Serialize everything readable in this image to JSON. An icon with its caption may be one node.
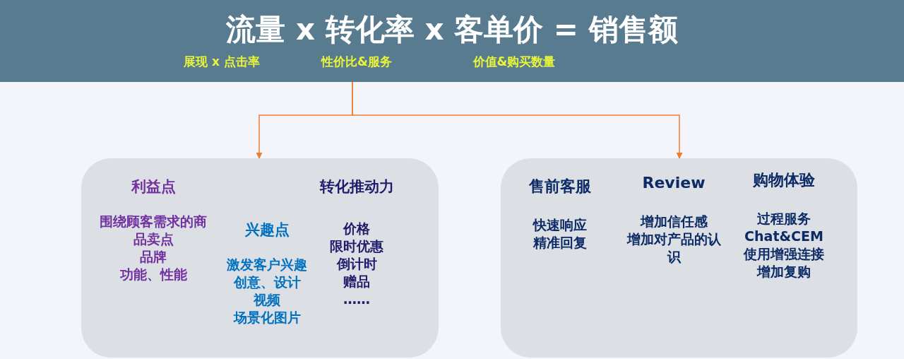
{
  "diagram": {
    "nodes": [
      {
        "text": [
          "流量 x 转化率 x 客单价 = 销售额",
          "展现 x 点击率",
          "性价比&服务",
          "价值&购买数量"
        ]
      },
      {
        "text": [
          "利益点",
          "围绕顾客需求的商品卖点",
          "品牌",
          "功能、性能",
          "兴趣点",
          "激发客户兴趣",
          "创意、设计",
          "视频",
          "场景化图片",
          "转化推动力",
          "价格",
          "限时优惠",
          "倒计时",
          "赠品",
          "……"
        ]
      },
      {
        "text": [
          "售前客服",
          "快速响应",
          "精准回复",
          "Review",
          "增加信任感",
          "增加对产品的认识",
          "购物体验",
          "过程服务",
          "Chat&CEM",
          "使用增强连接",
          "增加复购"
        ]
      }
    ],
    "edges": [
      {
        "from": 0,
        "to": 1,
        "arrow": "to",
        "color": "#ed7d31"
      },
      {
        "from": 0,
        "to": 2,
        "arrow": "to",
        "color": "#ed7d31"
      }
    ]
  }
}
